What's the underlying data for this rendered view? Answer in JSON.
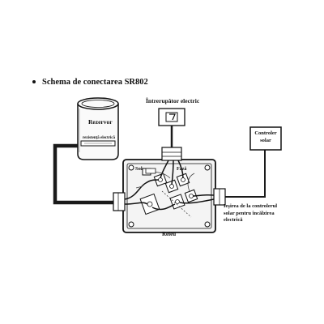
{
  "heading": "Schema de conectarea SR802",
  "labels": {
    "tank": "Rezervor",
    "heater": "rezistenţă electrică",
    "switch": "Întrerupător electric",
    "controller_line1": "Controler",
    "controller_line2": "solar",
    "sol": "Sol",
    "phase": "Fază",
    "relay": "Releu",
    "output_line1": "Ieşirea de la controlerul",
    "output_line2": "solar pentru încălzirea",
    "output_line3": "electrică"
  },
  "colors": {
    "ink": "#111111",
    "cable": "#1a1a1a",
    "box_fill": "#f4f4f4",
    "tank_fill": "#fafafa"
  }
}
